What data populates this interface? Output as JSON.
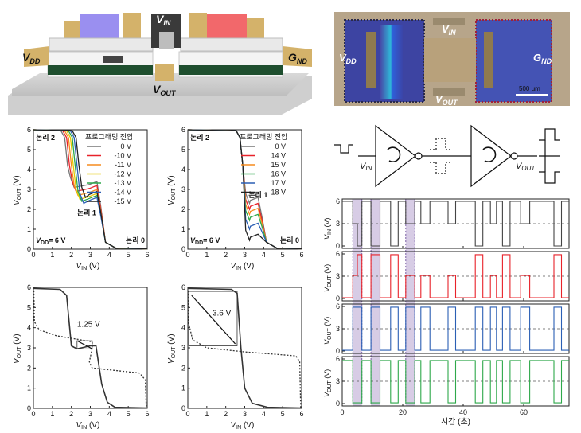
{
  "colors": {
    "gray": "#777777",
    "red": "#e8222a",
    "orange": "#f58c1f",
    "yellow": "#e6c800",
    "green": "#2ea84a",
    "blue": "#2b5fb4",
    "purple": "#6b3fa0",
    "black": "#222222",
    "highlight": "#b7a3cf"
  },
  "device_render": {
    "vdd": "V",
    "vdd_sub": "DD",
    "vin": "V",
    "vin_sub": "IN",
    "vout": "V",
    "vout_sub": "OUT",
    "gnd": "G",
    "gnd_sub": "ND"
  },
  "micrograph": {
    "vdd": "V",
    "vdd_sub": "DD",
    "vin": "V",
    "vin_sub": "IN",
    "vout": "V",
    "vout_sub": "OUT",
    "gnd": "G",
    "gnd_sub": "ND",
    "scale_bar": "500 μm"
  },
  "circuit": {
    "vin": "V",
    "vin_sub": "IN",
    "vout": "V",
    "vout_sub": "OUT"
  },
  "chart_data": [
    {
      "type": "line",
      "id": "vtc-negative",
      "xlabel_main": "V",
      "xlabel_sub": "IN",
      "xlabel_unit": " (V)",
      "ylabel_main": "V",
      "ylabel_sub": "OUT",
      "ylabel_unit": " (V)",
      "xlim": [
        0,
        6
      ],
      "ylim": [
        0,
        6
      ],
      "xticks": [
        0,
        1,
        2,
        3,
        4,
        5,
        6
      ],
      "yticks": [
        0,
        1,
        2,
        3,
        4,
        5,
        6
      ],
      "legend_title": "프로그래밍 전압",
      "legend_placement": "top-right",
      "labels": {
        "top": "논리 2",
        "middle": "논리 1",
        "bottom": "논리 0",
        "vdd_main": "V",
        "vdd_sub": "DD",
        "vdd_value": "= 6 V"
      },
      "series": [
        {
          "name": "0 V",
          "color": "#777777",
          "first_drop": 1.8,
          "mid_level": 3.1,
          "second_drop": 3.55
        },
        {
          "name": "-10 V",
          "color": "#e8222a",
          "first_drop": 1.9,
          "mid_level": 2.9,
          "second_drop": 3.55
        },
        {
          "name": "-11 V",
          "color": "#f58c1f",
          "first_drop": 2.0,
          "mid_level": 2.7,
          "second_drop": 3.55
        },
        {
          "name": "-12 V",
          "color": "#e6c800",
          "first_drop": 2.1,
          "mid_level": 2.5,
          "second_drop": 3.55
        },
        {
          "name": "-13 V",
          "color": "#2ea84a",
          "first_drop": 2.2,
          "mid_level": 2.4,
          "second_drop": 3.55
        },
        {
          "name": "-14 V",
          "color": "#2b5fb4",
          "first_drop": 2.3,
          "mid_level": 2.3,
          "second_drop": 3.55
        },
        {
          "name": "-15 V",
          "color": "#222222",
          "first_drop": 2.4,
          "mid_level": 2.6,
          "second_drop": 3.55
        }
      ]
    },
    {
      "type": "line",
      "id": "vtc-positive",
      "xlabel_main": "V",
      "xlabel_sub": "IN",
      "xlabel_unit": " (V)",
      "ylabel_main": "V",
      "ylabel_sub": "OUT",
      "ylabel_unit": " (V)",
      "xlim": [
        0,
        6
      ],
      "ylim": [
        0,
        6
      ],
      "xticks": [
        0,
        1,
        2,
        3,
        4,
        5,
        6
      ],
      "yticks": [
        0,
        1,
        2,
        3,
        4,
        5,
        6
      ],
      "legend_title": "프로그래밍 전압",
      "legend_placement": "top-right",
      "labels": {
        "top": "논리 2",
        "middle": "논리 1",
        "bottom": "논리 0",
        "vdd_main": "V",
        "vdd_sub": "DD",
        "vdd_value": "= 6 V"
      },
      "series": [
        {
          "name": "0 V",
          "color": "#777777",
          "first_drop": 2.9,
          "mid_level": 2.3,
          "second_drop": 3.9
        },
        {
          "name": "14 V",
          "color": "#e8222a",
          "first_drop": 2.9,
          "mid_level": 2.0,
          "second_drop": 3.9
        },
        {
          "name": "15 V",
          "color": "#f58c1f",
          "first_drop": 2.9,
          "mid_level": 1.75,
          "second_drop": 3.9
        },
        {
          "name": "16 V",
          "color": "#2ea84a",
          "first_drop": 2.9,
          "mid_level": 1.45,
          "second_drop": 3.9
        },
        {
          "name": "17 V",
          "color": "#2b5fb4",
          "first_drop": 2.9,
          "mid_level": 1.0,
          "second_drop": 3.9
        },
        {
          "name": "18 V",
          "color": "#222222",
          "first_drop": 2.9,
          "mid_level": 0.45,
          "second_drop": 3.9
        }
      ]
    },
    {
      "type": "line",
      "id": "butterfly-ternary",
      "xlabel_main": "V",
      "xlabel_sub": "IN",
      "xlabel_unit": " (V)",
      "ylabel_main": "V",
      "ylabel_sub": "OUT",
      "ylabel_unit": " (V)",
      "xlim": [
        0,
        6
      ],
      "ylim": [
        0,
        6
      ],
      "xticks": [
        0,
        1,
        2,
        3,
        4,
        5,
        6
      ],
      "yticks": [
        0,
        1,
        2,
        3,
        4,
        5,
        6
      ],
      "annotation": "1.25 V",
      "noise_margin": 1.25
    },
    {
      "type": "line",
      "id": "butterfly-binary",
      "xlabel_main": "V",
      "xlabel_sub": "IN",
      "xlabel_unit": " (V)",
      "ylabel_main": "V",
      "ylabel_sub": "OUT",
      "ylabel_unit": " (V)",
      "xlim": [
        0,
        6
      ],
      "ylim": [
        0,
        6
      ],
      "xticks": [
        0,
        1,
        2,
        3,
        4,
        5,
        6
      ],
      "yticks": [
        0,
        1,
        2,
        3,
        4,
        5,
        6
      ],
      "annotation": "3.6 V",
      "noise_margin": 3.6
    },
    {
      "type": "line",
      "id": "transient",
      "xlabel": "시간 (초)",
      "xlim": [
        0,
        75
      ],
      "xticks": [
        0,
        20,
        40,
        60
      ],
      "ylim": [
        0,
        6
      ],
      "yticks": [
        0,
        3,
        6
      ],
      "dashed_level": 3,
      "highlight_windows": [
        [
          3.5,
          6.5
        ],
        [
          9.5,
          12.5
        ],
        [
          21,
          24
        ]
      ],
      "input_levels": [
        [
          0,
          6
        ],
        [
          3.5,
          3
        ],
        [
          5,
          0
        ],
        [
          6.5,
          6
        ],
        [
          9.5,
          0
        ],
        [
          12.5,
          6
        ],
        [
          16,
          0
        ],
        [
          18.5,
          6
        ],
        [
          21,
          3
        ],
        [
          24,
          6
        ],
        [
          26,
          3
        ],
        [
          29,
          6
        ],
        [
          35,
          3
        ],
        [
          37.5,
          6
        ],
        [
          44,
          0
        ],
        [
          46.5,
          6
        ],
        [
          49,
          3
        ],
        [
          51,
          6
        ],
        [
          53,
          0
        ],
        [
          55.5,
          6
        ],
        [
          59,
          3
        ],
        [
          62,
          6
        ],
        [
          70,
          0
        ],
        [
          72.5,
          6
        ]
      ],
      "panels": [
        {
          "ylabel_main": "V",
          "ylabel_sub": "IN",
          "ylabel_unit": " (V)",
          "color": "#444444",
          "mode": "input"
        },
        {
          "ylabel_main": "V",
          "ylabel_sub": "OUT",
          "ylabel_unit": " (V)",
          "color": "#e8222a",
          "mode": "ternary"
        },
        {
          "ylabel_main": "V",
          "ylabel_sub": "OUT",
          "ylabel_unit": " (V)",
          "color": "#2b5fb4",
          "mode": "binary"
        },
        {
          "ylabel_main": "V",
          "ylabel_sub": "OUT",
          "ylabel_unit": " (V)",
          "color": "#2ea84a",
          "mode": "binary-inverted"
        }
      ]
    }
  ]
}
